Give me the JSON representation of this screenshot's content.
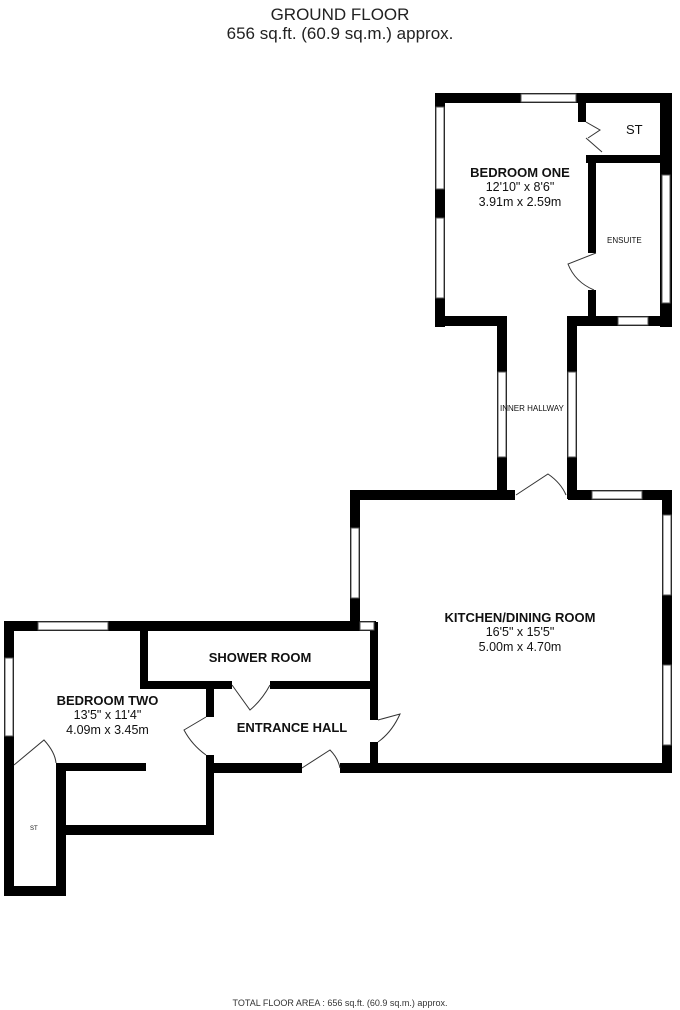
{
  "header": {
    "floor": "GROUND FLOOR",
    "area": "656 sq.ft. (60.9 sq.m.) approx."
  },
  "footer": {
    "total": "TOTAL FLOOR AREA : 656 sq.ft. (60.9 sq.m.) approx."
  },
  "rooms": {
    "bedroom_one": {
      "name": "BEDROOM ONE",
      "imperial": "12'10\"  x 8'6\"",
      "metric": "3.91m  x 2.59m"
    },
    "ensuite": {
      "name": "ENSUITE"
    },
    "store_one": {
      "name": "ST"
    },
    "inner_hallway": {
      "name": "INNER HALLWAY"
    },
    "kitchen_dining": {
      "name": "KITCHEN/DINING ROOM",
      "imperial": "16'5\"  x 15'5\"",
      "metric": "5.00m  x 4.70m"
    },
    "shower_room": {
      "name": "SHOWER ROOM"
    },
    "bedroom_two": {
      "name": "BEDROOM TWO",
      "imperial": "13'5\"  x 11'4\"",
      "metric": "4.09m  x 3.45m"
    },
    "entrance_hall": {
      "name": "ENTRANCE HALL"
    },
    "store_two": {
      "name": "ST"
    }
  },
  "colors": {
    "wall": "#000000",
    "window": "#ffffff",
    "background": "#ffffff",
    "text": "#111111"
  }
}
